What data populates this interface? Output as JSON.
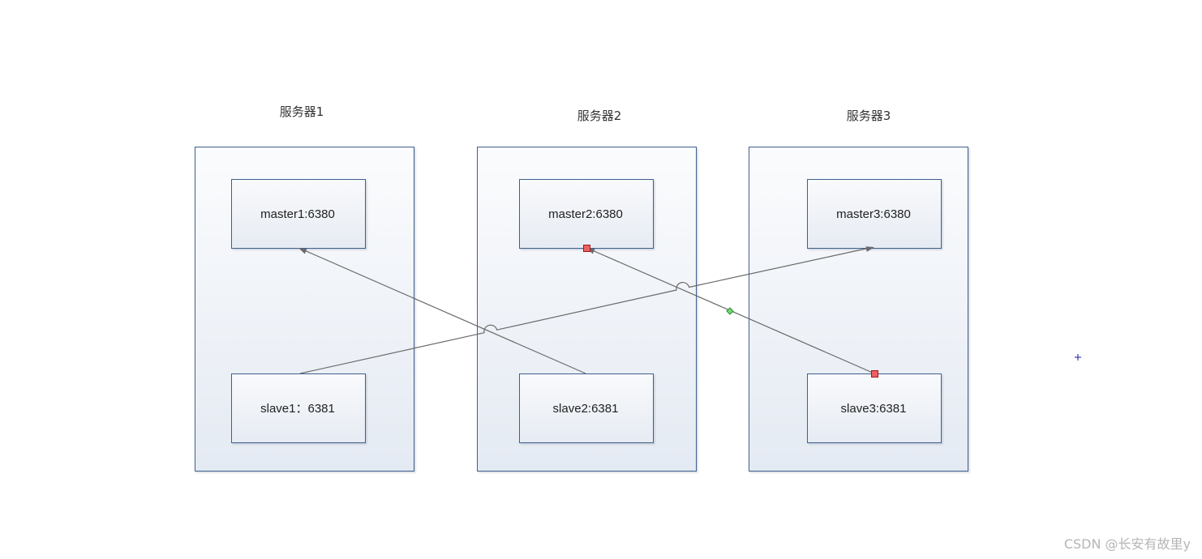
{
  "servers": [
    {
      "label": "服务器1",
      "master": "master1:6380",
      "slave": "slave1：6381"
    },
    {
      "label": "服务器2",
      "master": "master2:6380",
      "slave": "slave2:6381"
    },
    {
      "label": "服务器3",
      "master": "master3:6380",
      "slave": "slave3:6381"
    }
  ],
  "connections": [
    {
      "from": "slave2:6381",
      "to": "master1:6380"
    },
    {
      "from": "slave1：6381",
      "to": "master3:6380"
    },
    {
      "from": "slave3:6381",
      "to": "master2:6380"
    }
  ],
  "watermark": "CSDN @长安有故里y",
  "colors": {
    "container_border": "#3f5f8f",
    "node_border": "#3f5f8f",
    "fill_top": "#fbfcfd",
    "fill_bottom": "#e4eaf3",
    "connector": "#6a6a6a",
    "handle_red": "#e53935",
    "handle_green": "#43c443",
    "cursor_blue": "#1a1aa8"
  }
}
